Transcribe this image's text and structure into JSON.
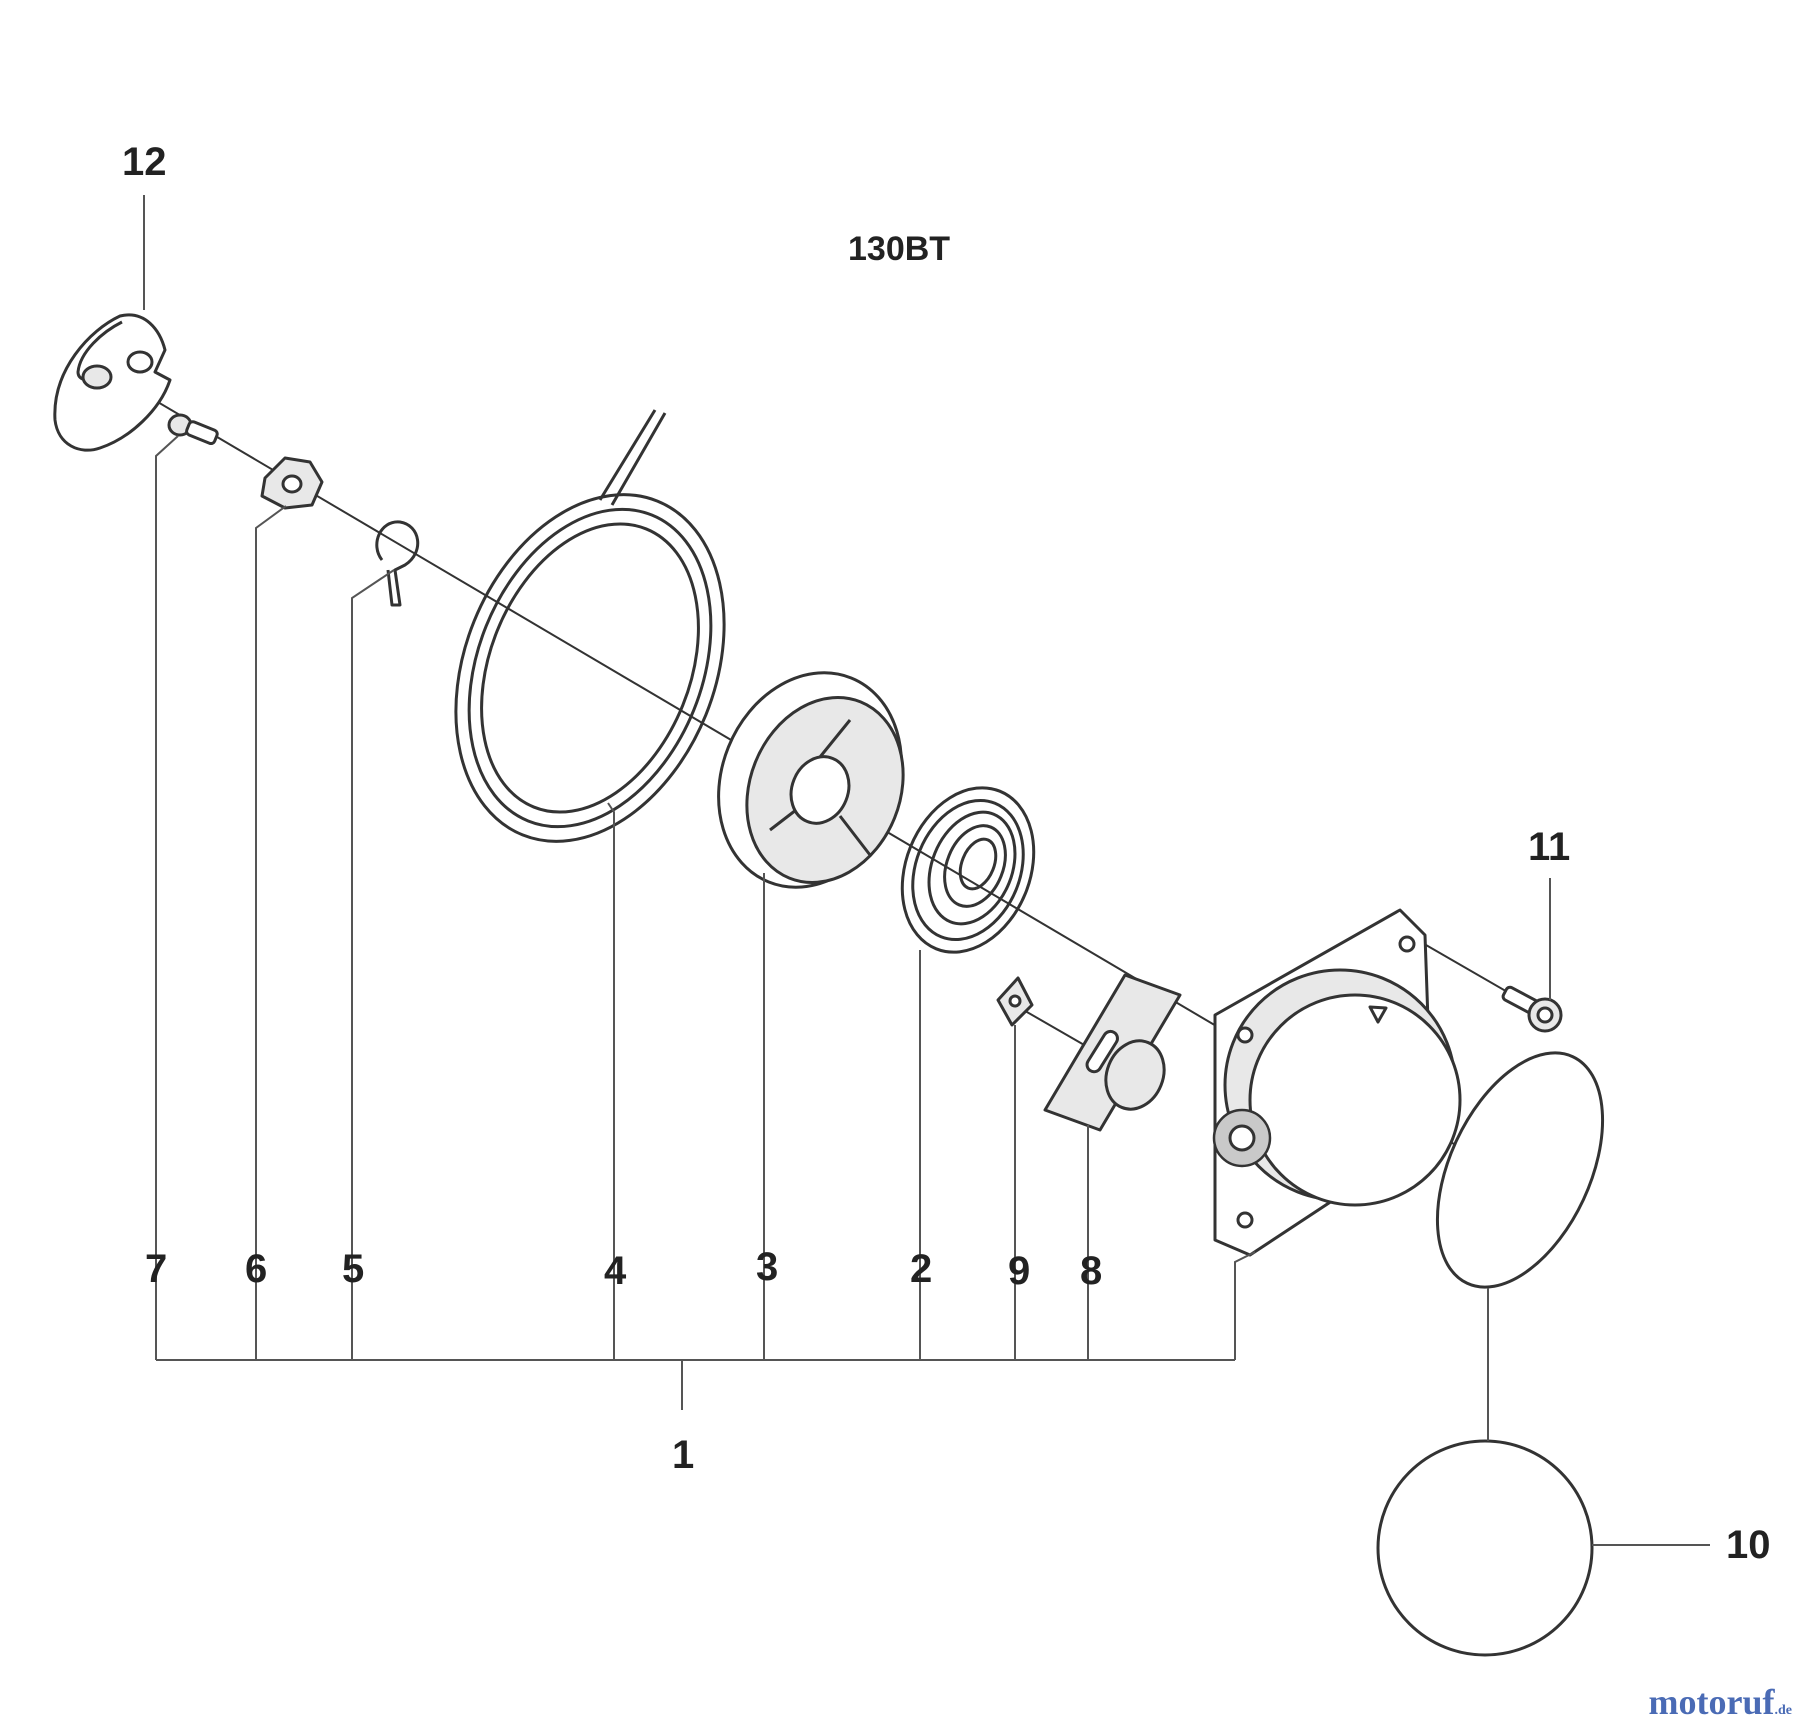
{
  "model_title": "130BT",
  "callouts": {
    "c1": "1",
    "c2": "2",
    "c3": "3",
    "c4": "4",
    "c5": "5",
    "c6": "6",
    "c7": "7",
    "c8": "8",
    "c9": "9",
    "c10": "10",
    "c11": "11",
    "c12": "12"
  },
  "watermark": {
    "brand": "moto",
    "accent": "ruf",
    "tld": ".de"
  },
  "colors": {
    "line": "#333333",
    "fill_gray": "#e8e8e8",
    "watermark": "#4a6bb5"
  }
}
